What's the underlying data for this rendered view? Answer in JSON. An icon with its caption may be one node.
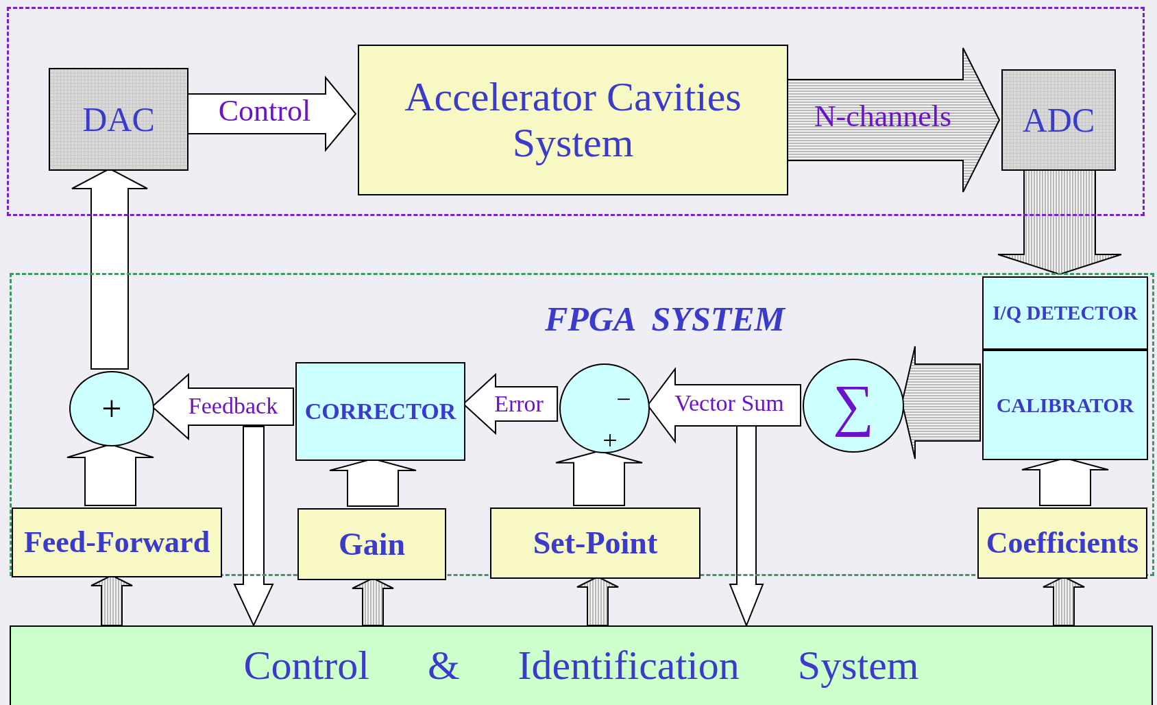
{
  "diagram": {
    "nodes": [
      {
        "text": [],
        "shape": "box"
      },
      {
        "text": [
          "DAC"
        ],
        "in": 0
      },
      {
        "text": [
          "Accelerator Cavities System"
        ],
        "in": 0
      },
      {
        "text": [
          "ADC"
        ],
        "in": 0
      },
      {
        "text": [
          "FPGA  SYSTEM"
        ]
      },
      {
        "text": [
          "+"
        ],
        "in": 4
      },
      {
        "text": [
          "CORRECTOR"
        ],
        "in": 4
      },
      {
        "text": [
          "−",
          "+"
        ],
        "in": 4
      },
      {
        "text": [
          "∑"
        ],
        "in": 4
      },
      {
        "text": [
          "I/Q DETECTOR"
        ],
        "in": 4
      },
      {
        "text": [
          "CALIBRATOR"
        ],
        "in": 4
      },
      {
        "text": [
          "Feed-Forward"
        ],
        "in": 4
      },
      {
        "text": [
          "Gain"
        ],
        "in": 4
      },
      {
        "text": [
          "Set-Point"
        ],
        "in": 4
      },
      {
        "text": [
          "Coefficients"
        ],
        "in": 4
      },
      {
        "text": [
          "Control & Identification System"
        ]
      }
    ],
    "edges": [
      {
        "from": 1,
        "to": 2,
        "arrow": "to",
        "label": "Control"
      },
      {
        "from": 2,
        "to": 3,
        "arrow": "to",
        "label": "N-channels",
        "color": "#b8b8b8"
      },
      {
        "from": 3,
        "to": 9,
        "arrow": "to",
        "color": "#b8b8b8"
      },
      {
        "from": 10,
        "to": 8,
        "arrow": "to",
        "color": "#b8b8b8"
      },
      {
        "from": 8,
        "to": 7,
        "arrow": "to",
        "label": "Vector Sum"
      },
      {
        "from": 7,
        "to": 6,
        "arrow": "to",
        "label": "Error"
      },
      {
        "from": 6,
        "to": 5,
        "arrow": "to",
        "label": "Feedback"
      },
      {
        "from": 5,
        "to": 1,
        "arrow": "to"
      },
      {
        "from": 11,
        "to": 5,
        "arrow": "to"
      },
      {
        "from": 12,
        "to": 6,
        "arrow": "to"
      },
      {
        "from": 13,
        "to": 7,
        "arrow": "to"
      },
      {
        "from": 14,
        "to": 10,
        "arrow": "to"
      },
      {
        "from": 15,
        "to": 11,
        "arrow": "to",
        "color": "#b8b8b8"
      },
      {
        "from": 15,
        "to": 12,
        "arrow": "to",
        "color": "#b8b8b8"
      },
      {
        "from": 15,
        "to": 13,
        "arrow": "to",
        "color": "#b8b8b8"
      },
      {
        "from": 15,
        "to": 14,
        "arrow": "to",
        "color": "#b8b8b8"
      },
      {
        "from": null,
        "to": 15,
        "arrow": "to"
      },
      {
        "from": null,
        "to": 15,
        "arrow": "to"
      }
    ]
  }
}
